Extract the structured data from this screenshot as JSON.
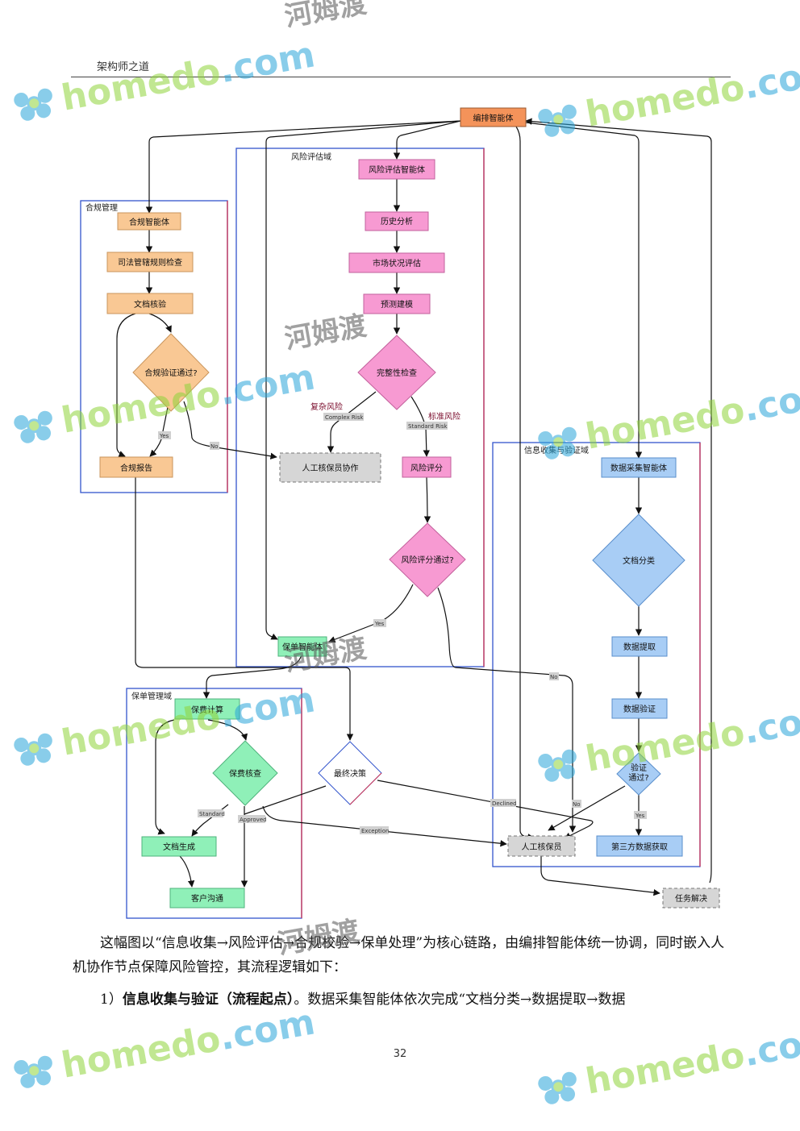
{
  "header": {
    "book_title": "架构师之道"
  },
  "diagram": {
    "domains": {
      "compliance": "合规管理",
      "risk": "风险评估域",
      "info": "信息收集与验证域",
      "policy": "保单管理域"
    },
    "nodes": {
      "orchestrator": "编排智能体",
      "compliance_agent": "合规智能体",
      "jurisdiction_check": "司法管辖规则检查",
      "doc_verify": "文档核验",
      "compliance_pass": "合规验证通过?",
      "compliance_report": "合规报告",
      "risk_agent": "风险评估智能体",
      "history_analysis": "历史分析",
      "market_eval": "市场状况评估",
      "predict_model": "预测建模",
      "completeness_check": "完整性检查",
      "human_underwriter_collab": "人工核保员协作",
      "risk_score": "风险评分",
      "risk_score_pass": "风险评分通过?",
      "policy_agent": "保单智能体",
      "premium_calc": "保费计算",
      "premium_review": "保费核查",
      "doc_generate": "文档生成",
      "customer_comm": "客户沟通",
      "final_decision": "最终决策",
      "data_collect_agent": "数据采集智能体",
      "doc_classify": "文档分类",
      "data_extract": "数据提取",
      "data_verify": "数据验证",
      "verify_pass_line1": "验证",
      "verify_pass_line2": "通过?",
      "third_party": "第三方数据获取",
      "human_underwriter": "人工核保员",
      "task_resolve": "任务解决"
    },
    "edge_labels": {
      "complex_cn": "复杂风险",
      "complex_en": "Complex Risk",
      "standard_cn": "标准风险",
      "standard_en": "Standard Risk",
      "yes": "Yes",
      "no": "No",
      "standard": "Standard",
      "approved": "Approved",
      "declined": "Declined",
      "exception": "Exception"
    },
    "colors": {
      "orange": "#f9c894",
      "orange_dark": "#f4935a",
      "pink": "#f79ad2",
      "green": "#8ff0b8",
      "blue": "#a8cdf5",
      "gray": "#d6d6d6",
      "domain_blue": "#3355cc",
      "domain_red": "#cc3355"
    }
  },
  "body": {
    "para1": "这幅图以“信息收集→风险评估→合规校验→保单处理”为核心链路，由编排智能体统一协调，同时嵌入人机协作节点保障风险管控，其流程逻辑如下：",
    "para2_prefix": "1）",
    "para2_bold": "信息收集与验证（流程起点）",
    "para2_rest": "。数据采集智能体依次完成“文档分类→数据提取→数据"
  },
  "footer": {
    "page_number": "32"
  },
  "watermark": {
    "brand": "homedo",
    "suffix": ".com",
    "cn": "河姆渡"
  }
}
